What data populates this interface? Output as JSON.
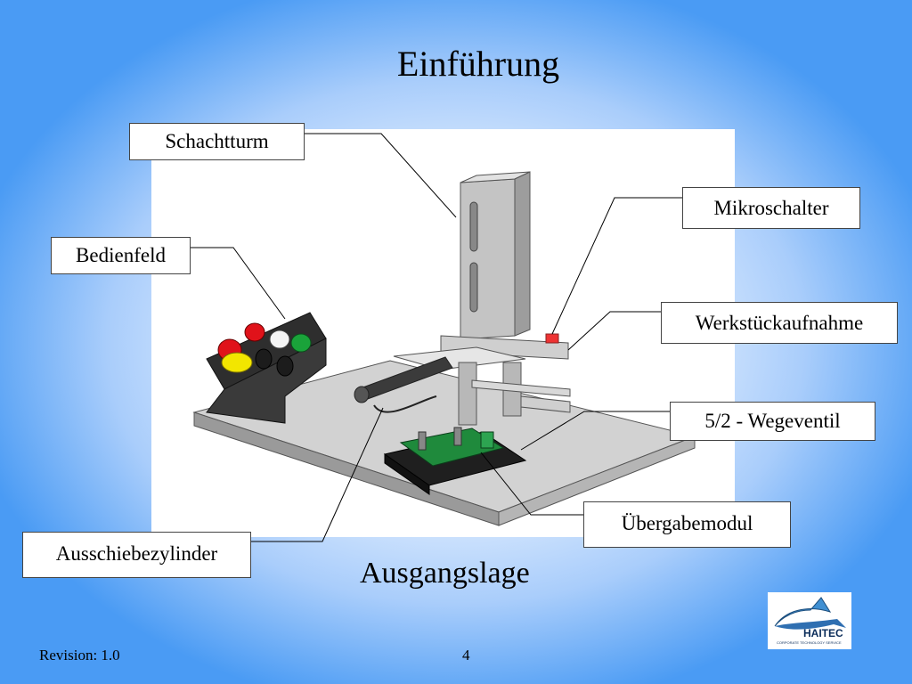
{
  "slide": {
    "title": "Einführung",
    "subtitle": "Ausgangslage"
  },
  "callouts": {
    "schachtturm": "Schachtturm",
    "bedienfeld": "Bedienfeld",
    "mikroschalter": "Mikroschalter",
    "werkstueckaufnahme": "Werkstückaufnahme",
    "wegeventil": "5/2 - Wegeventil",
    "uebergabemodul": "Übergabemodul",
    "ausschiebezylinder": "Ausschiebezylinder"
  },
  "footer": {
    "revision": "Revision: 1.0",
    "page_number": "4"
  },
  "logo": {
    "text": "HAITEC",
    "tagline": "CORPORATE TECHNOLOGY SERVICE"
  },
  "colors": {
    "background_edge": "#4a9bf4",
    "background_center": "#ffffff",
    "button_red": "#e0121a",
    "button_green": "#1aa33a",
    "button_yellow": "#f2e600",
    "board_green": "#1f8a3c"
  }
}
